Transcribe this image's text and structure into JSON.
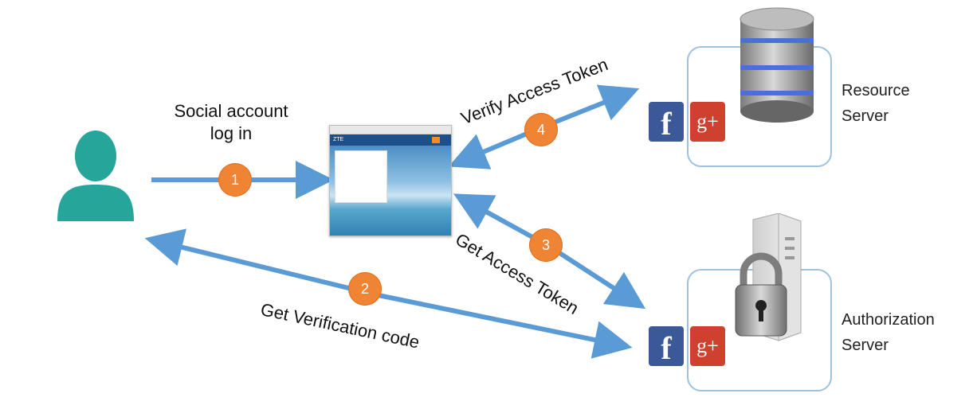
{
  "labels": {
    "social_login": "Social account\nlog in",
    "verify_token": "Verify Access Token",
    "get_access_token": "Get Access Token",
    "get_verification": "Get Verification code"
  },
  "steps": [
    "1",
    "2",
    "3",
    "4"
  ],
  "resource_server": {
    "label": "Resource\nServer",
    "fb": "f",
    "gplus": "g+"
  },
  "authorization_server": {
    "label": "Authorization\nServer",
    "fb": "f",
    "gplus": "g+"
  },
  "app_screenshot": {
    "brand": "ZTE"
  },
  "colors": {
    "arrow": "#5b9bd5",
    "step": "#ee8434",
    "user": "#26a69a",
    "box": "#9ec1de"
  }
}
